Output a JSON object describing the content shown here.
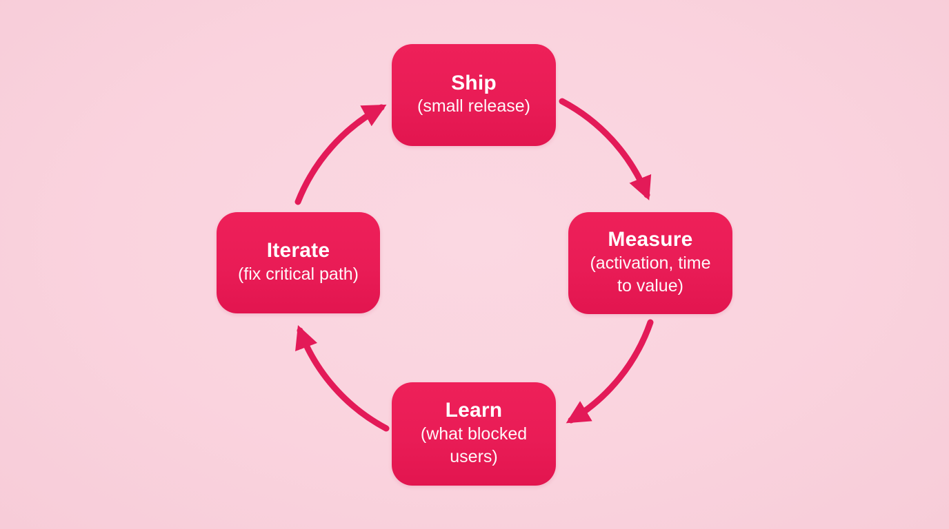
{
  "diagram": {
    "type": "cycle",
    "nodes": [
      {
        "id": "ship",
        "title": "Ship",
        "subtitle": "(small release)"
      },
      {
        "id": "measure",
        "title": "Measure",
        "subtitle": "(activation, time to value)"
      },
      {
        "id": "learn",
        "title": "Learn",
        "subtitle": "(what blocked users)"
      },
      {
        "id": "iterate",
        "title": "Iterate",
        "subtitle": "(fix critical path)"
      }
    ],
    "edges": [
      {
        "from": "Ship",
        "to": "Measure"
      },
      {
        "from": "Measure",
        "to": "Learn"
      },
      {
        "from": "Learn",
        "to": "Iterate"
      },
      {
        "from": "Iterate",
        "to": "Ship"
      }
    ]
  },
  "colors": {
    "background": "#fad3de",
    "node_fill": "#e91c56",
    "arrow": "#e31a58",
    "node_text": "#ffffff"
  }
}
